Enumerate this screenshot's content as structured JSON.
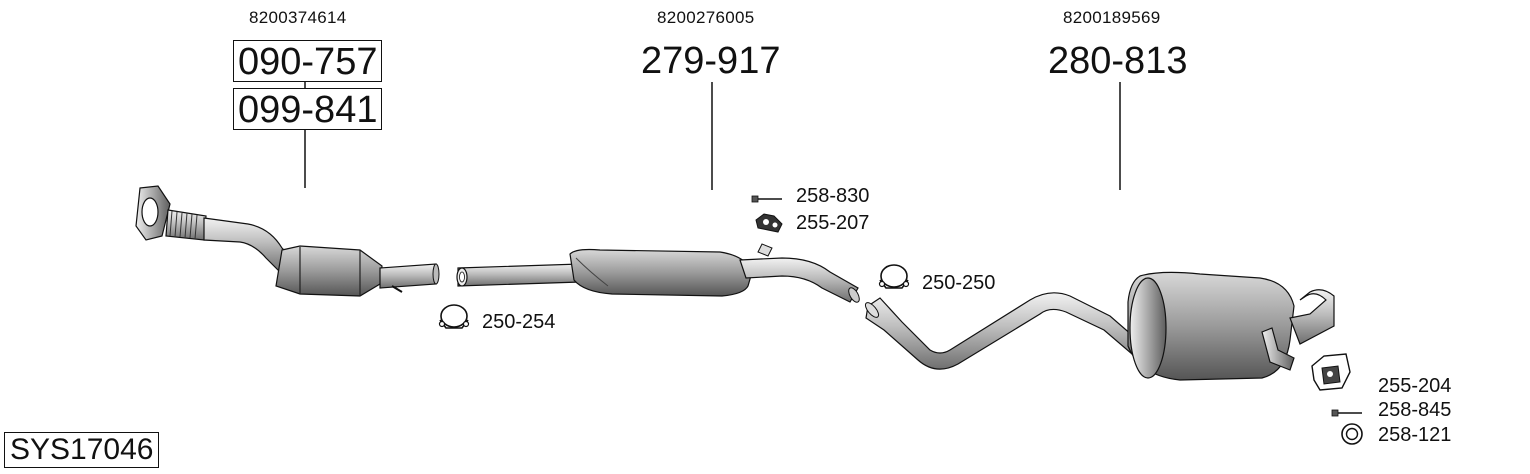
{
  "system": {
    "code": "SYS17046"
  },
  "groups": [
    {
      "oe_number": "8200374614",
      "parts": [
        "090-757",
        "099-841"
      ]
    },
    {
      "oe_number": "8200276005",
      "parts": [
        "279-917"
      ]
    },
    {
      "oe_number": "8200189569",
      "parts": [
        "280-813"
      ]
    }
  ],
  "accessories": {
    "clamp_front": "250-254",
    "bolt_mid": "258-830",
    "rubber_mount_mid": "255-207",
    "clamp_mid": "250-250",
    "mount_rear": "255-204",
    "bolt_rear": "258-845",
    "ring_rear": "258-121"
  }
}
